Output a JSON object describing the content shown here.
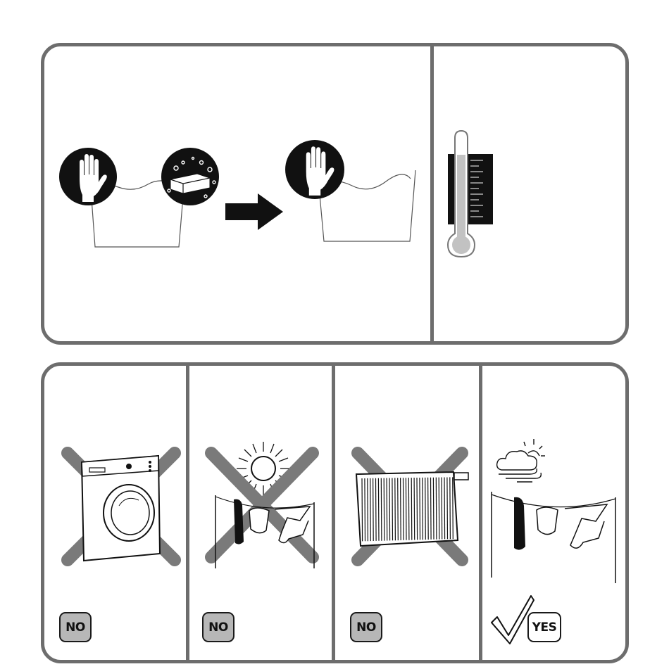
{
  "badges": {
    "no_1": "NO",
    "no_2": "NO",
    "no_3": "NO",
    "yes": "YES"
  },
  "icons": {
    "hand_wash": "hand-icon",
    "soap": "soap-icon",
    "arrow": "arrow-right-icon",
    "thermometer": "thermometer-icon",
    "washing_machine": "washing-machine-icon",
    "sun": "sun-icon",
    "radiator": "radiator-icon",
    "weather": "cloud-wind-sun-icon",
    "clothesline": "clothesline-icon",
    "check": "checkmark-icon"
  },
  "colors": {
    "border": "#6d6d6d",
    "cross": "#7a7a7a",
    "badge_fill": "#b7b7b7",
    "ink": "#1a1a1a"
  }
}
